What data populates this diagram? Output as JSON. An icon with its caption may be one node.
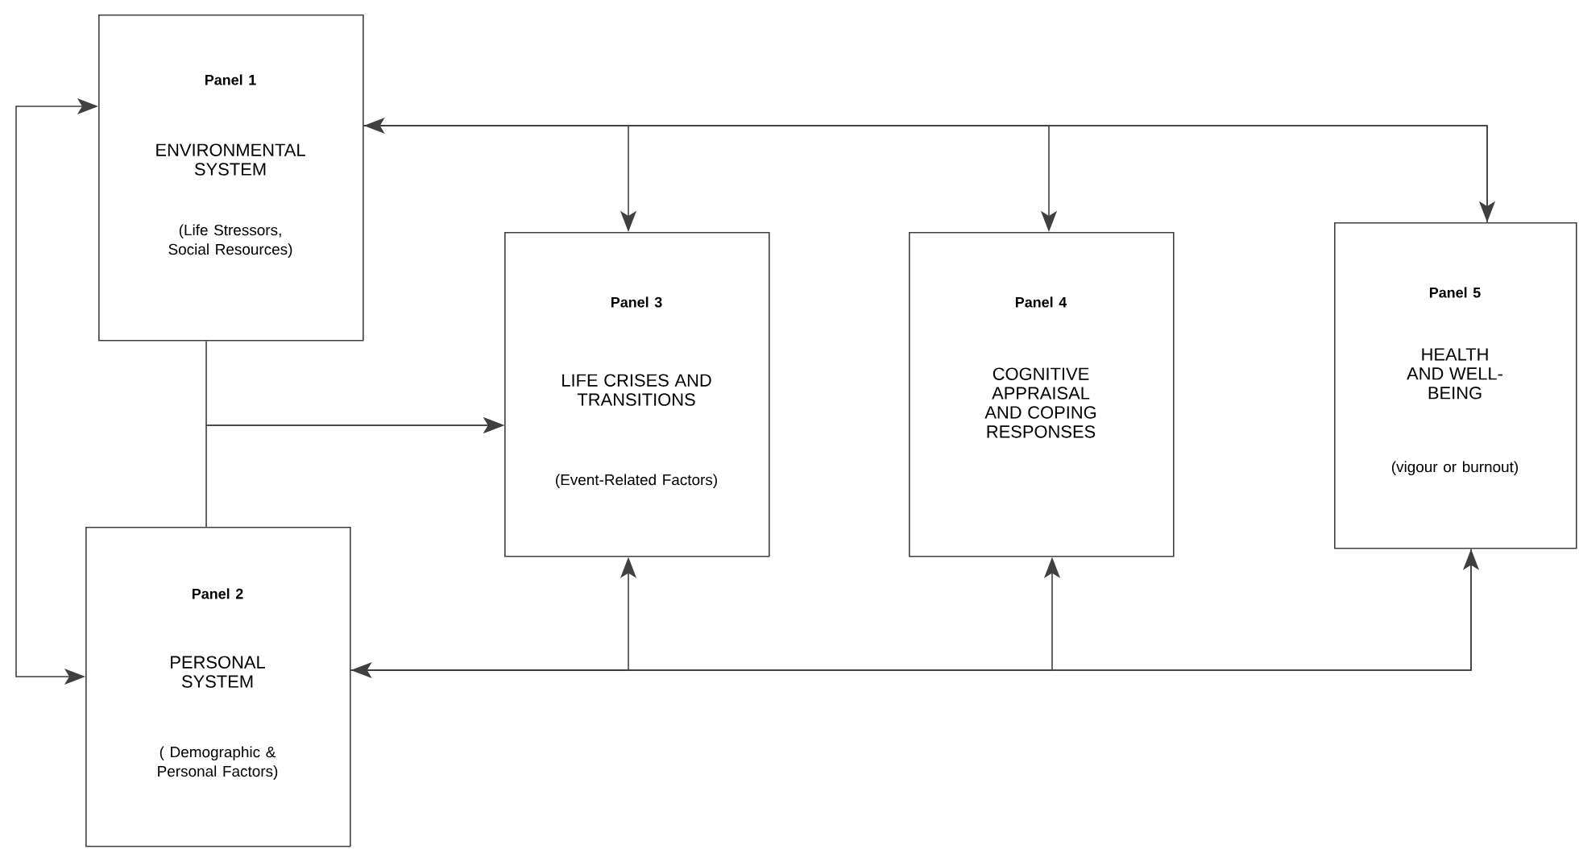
{
  "diagram": {
    "nodes": [
      {
        "text": [
          "Panel 1",
          "ENVIRONMENTAL SYSTEM",
          "(Life Stressors, Social Resources)"
        ]
      },
      {
        "text": [
          "Panel 2",
          "PERSONAL SYSTEM",
          "( Demographic & Personal Factors)"
        ]
      },
      {
        "text": [
          "Panel 3",
          "LIFE CRISES AND TRANSITIONS",
          "(Event-Related Factors)"
        ]
      },
      {
        "text": [
          "Panel 4",
          "COGNITIVE APPRAISAL AND COPING RESPONSES"
        ]
      },
      {
        "text": [
          "Panel 5",
          "HEALTH AND WELL-BEING",
          "(vigour or burnout)"
        ]
      }
    ],
    "edges": [
      {
        "from": 0,
        "to": 1,
        "arrow": "both"
      },
      {
        "from": 0,
        "to": 2,
        "arrow": "to"
      },
      {
        "from": 1,
        "to": 2,
        "arrow": "to"
      },
      {
        "from": 0,
        "to": 2,
        "arrow": "to"
      },
      {
        "from": 0,
        "to": 3,
        "arrow": "to"
      },
      {
        "from": 0,
        "to": 4,
        "arrow": "to"
      },
      {
        "from": 1,
        "to": 2,
        "arrow": "to"
      },
      {
        "from": 1,
        "to": 3,
        "arrow": "to"
      },
      {
        "from": 1,
        "to": 4,
        "arrow": "to"
      },
      {
        "from": 4,
        "to": 0,
        "arrow": "to"
      },
      {
        "from": 4,
        "to": 1,
        "arrow": "to"
      }
    ]
  }
}
